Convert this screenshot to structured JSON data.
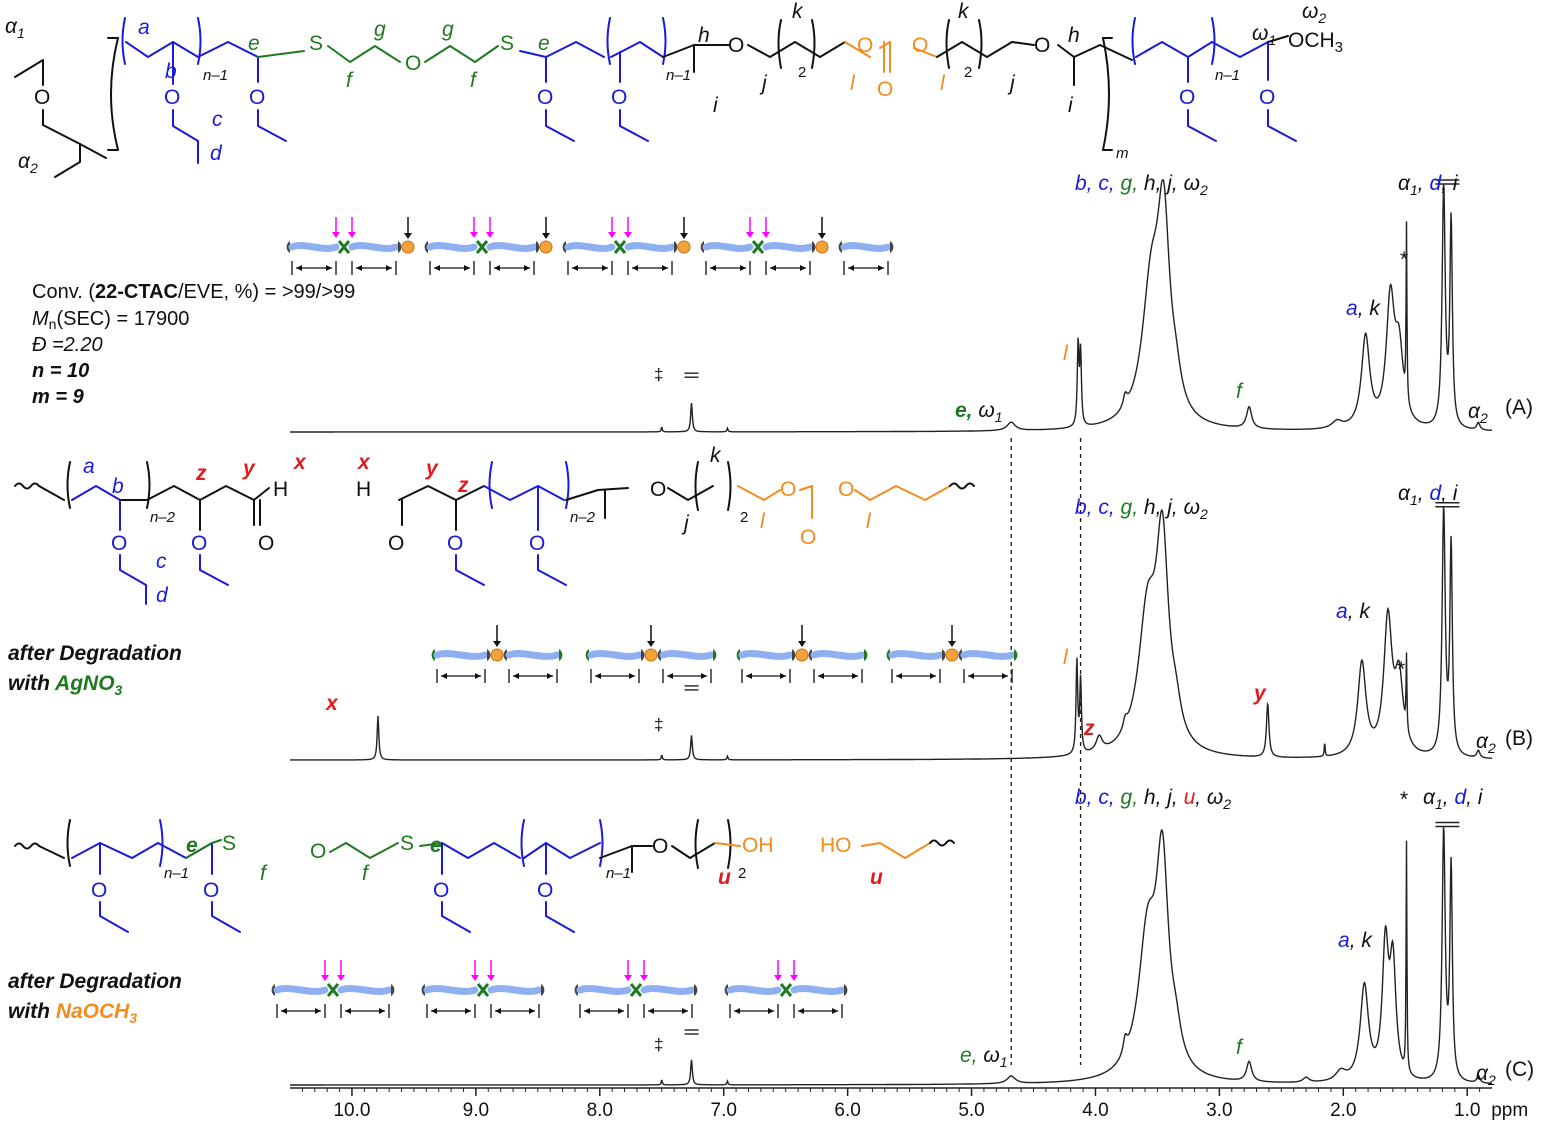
{
  "colors": {
    "black": "#111111",
    "blue": "#1a1adb",
    "green": "#1f7a1f",
    "orange": "#f28c1e",
    "red": "#e01b1b",
    "magenta": "#ff00ff",
    "chain": "#8fb0f0",
    "bead": "#f4a23c",
    "cap": "#444444"
  },
  "info": {
    "conv_prefix": "Conv. (",
    "conv_bold": "22-CTAC",
    "conv_suffix": "/EVE, %) = >99/>99",
    "mn_symbol": "M",
    "mn_sub": "n",
    "mn_suffix": "(SEC) = 17900",
    "disp": "Đ =2.20",
    "n": "n = 10",
    "m": "m = 9"
  },
  "deg_b": {
    "line1": "after Degradation",
    "line2_prefix": "with ",
    "line2_reagent": "AgNO",
    "line2_sub": "3"
  },
  "deg_c": {
    "line1": "after Degradation",
    "line2_prefix": "with ",
    "line2_reagent": "NaOCH",
    "line2_sub": "3"
  },
  "atoms": {
    "O": "O",
    "S": "S",
    "H": "H",
    "OH": "OH",
    "HO": "HO",
    "OCH3": "OCH",
    "three": "3",
    "two": "2"
  },
  "subs": {
    "n1": "n–1",
    "n2": "n–2",
    "m": "m"
  },
  "struct_labels": {
    "alpha": "α",
    "omega": "ω",
    "one": "1",
    "two": "2",
    "a": "a",
    "b": "b",
    "c": "c",
    "d": "d",
    "e": "e",
    "f": "f",
    "g": "g",
    "h": "h",
    "i": "i",
    "j": "j",
    "k": "k",
    "l": "l",
    "x": "x",
    "y": "y",
    "z": "z",
    "u": "u"
  },
  "peak_labels": {
    "A": {
      "main": [
        [
          "b, ",
          "blue"
        ],
        [
          "c, ",
          "blue"
        ],
        [
          "g, ",
          "green"
        ],
        [
          "h, j, ω",
          "black"
        ]
      ],
      "main_sub": "2",
      "alpha_group_1": "α",
      "alpha_group_1_sub": "1",
      "alpha_group_mid": ", ",
      "alpha_group_d": "d",
      "alpha_group_end": ", i",
      "ak": [
        [
          "a",
          "blue"
        ],
        [
          ", k",
          "black"
        ]
      ],
      "l": "l",
      "f": "f",
      "e": "e,",
      "w1": " ω",
      "w1_sub": "1",
      "alpha2": "α",
      "alpha2_sub": "2",
      "star": "*",
      "dagger": "‡"
    },
    "B": {
      "main": [
        [
          "b, ",
          "blue"
        ],
        [
          "c, ",
          "blue"
        ],
        [
          "g, ",
          "green"
        ],
        [
          "h, j, ω",
          "black"
        ]
      ],
      "main_sub": "2",
      "alpha_group_1": "α",
      "alpha_group_1_sub": "1",
      "alpha_group_mid": ", ",
      "alpha_group_d": "d",
      "alpha_group_end": ", i",
      "ak": [
        [
          "a",
          "blue"
        ],
        [
          ", k",
          "black"
        ]
      ],
      "l": "l",
      "x": "x",
      "y": "y",
      "z": "z",
      "alpha2": "α",
      "alpha2_sub": "2",
      "star": "*",
      "dagger": "‡"
    },
    "C": {
      "main": [
        [
          "b, ",
          "blue"
        ],
        [
          "c, ",
          "blue"
        ],
        [
          "g, ",
          "green"
        ],
        [
          "h, j, ",
          "black"
        ],
        [
          "u",
          "red"
        ],
        [
          ", ω",
          "black"
        ]
      ],
      "main_sub": "2",
      "alpha_group_1": "α",
      "alpha_group_1_sub": "1",
      "alpha_group_mid": ", ",
      "alpha_group_d": "d",
      "alpha_group_end": ", i",
      "ak": [
        [
          "a",
          "blue"
        ],
        [
          ", k",
          "black"
        ]
      ],
      "f": "f",
      "e": "e,",
      "w1": " ω",
      "w1_sub": "1",
      "alpha2": "α",
      "alpha2_sub": "2",
      "star": "*",
      "dagger": "‡"
    }
  },
  "chart_data": {
    "type": "line",
    "xlabel": "ppm",
    "xlim": [
      10.5,
      0.8
    ],
    "x_reversed": true,
    "grid": false,
    "ticks": [
      {
        "value": 10.0,
        "label": "10.0"
      },
      {
        "value": 9.0,
        "label": "9.0"
      },
      {
        "value": 8.0,
        "label": "8.0"
      },
      {
        "value": 7.0,
        "label": "7.0"
      },
      {
        "value": 6.0,
        "label": "6.0"
      },
      {
        "value": 5.0,
        "label": "5.0"
      },
      {
        "value": 4.0,
        "label": "4.0"
      },
      {
        "value": 3.0,
        "label": "3.0"
      },
      {
        "value": 2.0,
        "label": "2.0"
      },
      {
        "value": 1.0,
        "label": "1.0"
      }
    ],
    "series": [
      {
        "name": "(A)",
        "peaks": [
          {
            "ppm": 7.26,
            "height": 0.12,
            "width": 0.008
          },
          {
            "ppm": 7.5,
            "height": 0.02,
            "width": 0.005
          },
          {
            "ppm": 6.97,
            "height": 0.015,
            "width": 0.005
          },
          {
            "ppm": 4.68,
            "height": 0.035,
            "width": 0.04
          },
          {
            "ppm": 4.14,
            "height": 0.34,
            "width": 0.008
          },
          {
            "ppm": 4.12,
            "height": 0.3,
            "width": 0.008
          },
          {
            "ppm": 3.76,
            "height": 0.05,
            "width": 0.02
          },
          {
            "ppm": 3.55,
            "height": 0.55,
            "width": 0.09
          },
          {
            "ppm": 3.45,
            "height": 0.78,
            "width": 0.06
          },
          {
            "ppm": 3.35,
            "height": 0.1,
            "width": 0.05
          },
          {
            "ppm": 2.76,
            "height": 0.09,
            "width": 0.025
          },
          {
            "ppm": 2.05,
            "height": 0.03,
            "width": 0.05
          },
          {
            "ppm": 1.82,
            "height": 0.38,
            "width": 0.04
          },
          {
            "ppm": 1.62,
            "height": 0.52,
            "width": 0.04
          },
          {
            "ppm": 1.55,
            "height": 0.3,
            "width": 0.04
          },
          {
            "ppm": 1.49,
            "height": 0.73,
            "width": 0.004
          },
          {
            "ppm": 1.19,
            "height": 1.0,
            "width": 0.015
          },
          {
            "ppm": 1.13,
            "height": 0.85,
            "width": 0.012
          },
          {
            "ppm": 0.91,
            "height": 0.03,
            "width": 0.015
          }
        ]
      },
      {
        "name": "(B)",
        "peaks": [
          {
            "ppm": 9.79,
            "height": 0.18,
            "width": 0.008
          },
          {
            "ppm": 7.26,
            "height": 0.1,
            "width": 0.008
          },
          {
            "ppm": 7.5,
            "height": 0.02,
            "width": 0.005
          },
          {
            "ppm": 6.97,
            "height": 0.015,
            "width": 0.005
          },
          {
            "ppm": 4.15,
            "height": 0.38,
            "width": 0.008
          },
          {
            "ppm": 4.12,
            "height": 0.3,
            "width": 0.008
          },
          {
            "ppm": 3.97,
            "height": 0.06,
            "width": 0.03
          },
          {
            "ppm": 3.76,
            "height": 0.04,
            "width": 0.02
          },
          {
            "ppm": 3.58,
            "height": 0.55,
            "width": 0.09
          },
          {
            "ppm": 3.46,
            "height": 0.8,
            "width": 0.06
          },
          {
            "ppm": 3.35,
            "height": 0.1,
            "width": 0.05
          },
          {
            "ppm": 2.61,
            "height": 0.22,
            "width": 0.012
          },
          {
            "ppm": 2.15,
            "height": 0.06,
            "width": 0.004
          },
          {
            "ppm": 1.85,
            "height": 0.38,
            "width": 0.04
          },
          {
            "ppm": 1.64,
            "height": 0.55,
            "width": 0.04
          },
          {
            "ppm": 1.55,
            "height": 0.3,
            "width": 0.04
          },
          {
            "ppm": 1.49,
            "height": 0.3,
            "width": 0.004
          },
          {
            "ppm": 1.19,
            "height": 1.0,
            "width": 0.015
          },
          {
            "ppm": 1.13,
            "height": 0.85,
            "width": 0.012
          },
          {
            "ppm": 0.91,
            "height": 0.03,
            "width": 0.015
          }
        ]
      },
      {
        "name": "(C)",
        "peaks": [
          {
            "ppm": 7.26,
            "height": 0.1,
            "width": 0.008
          },
          {
            "ppm": 7.5,
            "height": 0.02,
            "width": 0.005
          },
          {
            "ppm": 6.97,
            "height": 0.015,
            "width": 0.005
          },
          {
            "ppm": 4.68,
            "height": 0.03,
            "width": 0.04
          },
          {
            "ppm": 3.76,
            "height": 0.06,
            "width": 0.02
          },
          {
            "ppm": 3.58,
            "height": 0.55,
            "width": 0.09
          },
          {
            "ppm": 3.46,
            "height": 0.8,
            "width": 0.06
          },
          {
            "ppm": 3.35,
            "height": 0.1,
            "width": 0.05
          },
          {
            "ppm": 2.76,
            "height": 0.08,
            "width": 0.025
          },
          {
            "ppm": 2.3,
            "height": 0.02,
            "width": 0.03
          },
          {
            "ppm": 2.02,
            "height": 0.04,
            "width": 0.05
          },
          {
            "ppm": 1.83,
            "height": 0.38,
            "width": 0.04
          },
          {
            "ppm": 1.66,
            "height": 0.52,
            "width": 0.03
          },
          {
            "ppm": 1.6,
            "height": 0.45,
            "width": 0.03
          },
          {
            "ppm": 1.49,
            "height": 0.92,
            "width": 0.004
          },
          {
            "ppm": 1.19,
            "height": 1.0,
            "width": 0.015
          },
          {
            "ppm": 1.13,
            "height": 0.85,
            "width": 0.012
          },
          {
            "ppm": 0.91,
            "height": 0.03,
            "width": 0.015
          }
        ]
      }
    ],
    "guide_lines_ppm": [
      4.68,
      4.12
    ]
  }
}
